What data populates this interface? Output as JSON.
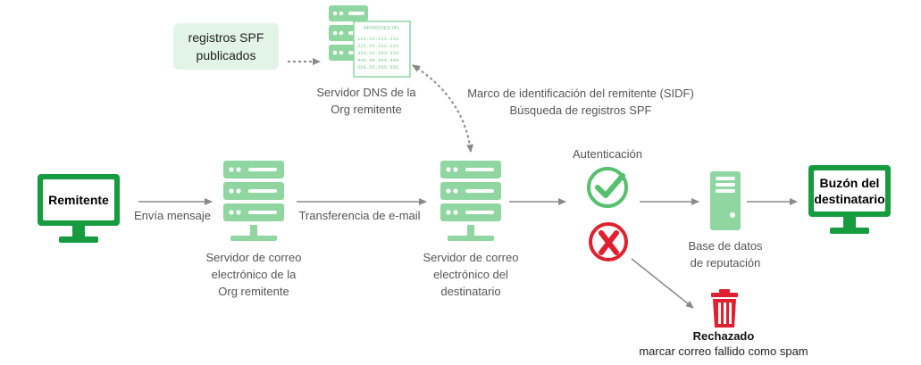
{
  "spf_box": {
    "text_line1": "registros SPF",
    "text_line2": "publicados"
  },
  "dns_server": {
    "label_line1": "Servidor DNS de la",
    "label_line2": "Org remitente",
    "doc_header": "APPROVED IPs",
    "doc_ips": [
      "111.11.111.211",
      "222.22.222.222",
      "333.33.333.333",
      "444.44.444.444",
      "555.55.555.555"
    ]
  },
  "sidf": {
    "line1": "Marco de identificación del remitente (SIDF)",
    "line2": "Búsqueda de registros SPF"
  },
  "sender": {
    "screen_label": "Remitente"
  },
  "send_edge": {
    "label": "Envía mensaje"
  },
  "sender_mail_server": {
    "line1": "Servidor de correo",
    "line2": "electrónico de la",
    "line3": "Org remitente"
  },
  "transfer_edge": {
    "label": "Transferencia de e-mail"
  },
  "recipient_mail_server": {
    "line1": "Servidor de correo",
    "line2": "electrónico del",
    "line3": "destinatario"
  },
  "auth": {
    "label": "Autenticación"
  },
  "reputation_db": {
    "line1": "Base de datos",
    "line2": "de reputación"
  },
  "recipient_mailbox": {
    "line1": "Buzón del",
    "line2": "destinatario"
  },
  "rejected": {
    "title": "Rechazado",
    "subtitle": "marcar correo fallido como spam"
  },
  "colors": {
    "green": "#169c3f",
    "light_green": "#8fd6a1",
    "pale_green": "#e2f4e6",
    "red": "#e0202f",
    "arrow": "#8a8a8a"
  }
}
